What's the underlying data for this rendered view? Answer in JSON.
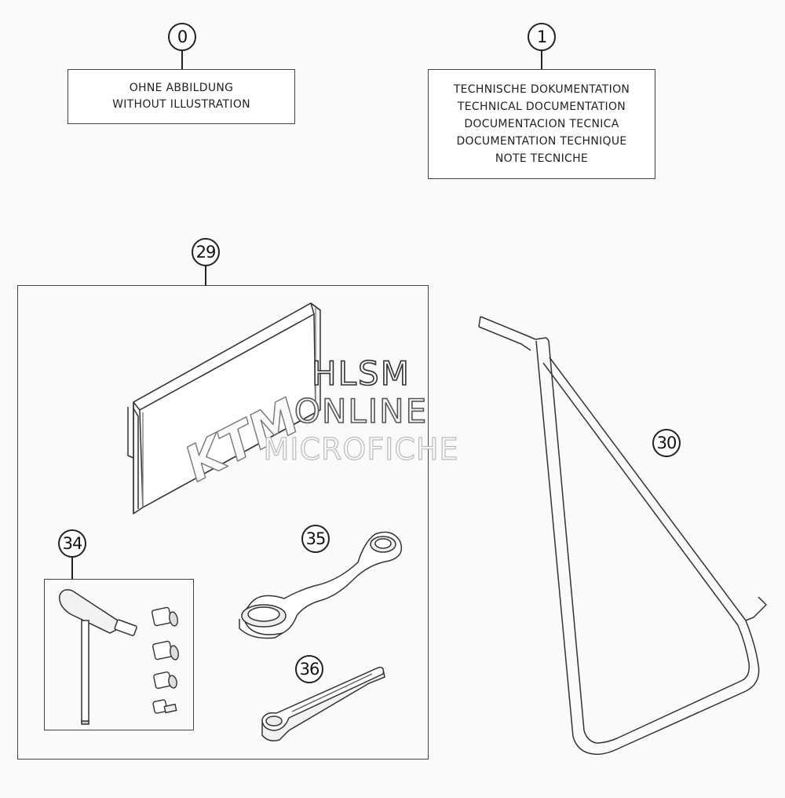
{
  "callouts": {
    "c0": "0",
    "c1": "1",
    "c29": "29",
    "c30": "30",
    "c34": "34",
    "c35": "35",
    "c36": "36"
  },
  "box_without_illustration": {
    "line1": "OHNE ABBILDUNG",
    "line2": "WITHOUT ILLUSTRATION"
  },
  "box_technical_documentation": {
    "line1": "TECHNISCHE DOKUMENTATION",
    "line2": "TECHNICAL DOCUMENTATION",
    "line3": "DOCUMENTACION TECNICA",
    "line4": "DOCUMENTATION TECHNIQUE",
    "line5": "NOTE TECNICHE"
  },
  "logo_text": "KTM",
  "watermark": {
    "line1": "HLSM",
    "line2": "ONLINE",
    "line3": "MICROFICHE"
  }
}
